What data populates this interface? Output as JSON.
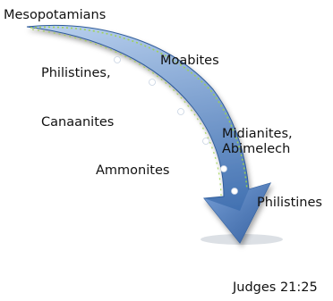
{
  "labels": {
    "mesopotamians": "Mesopotamians",
    "philistines_1": "Philistines,",
    "moabites": "Moabites",
    "canaanites": "Canaanites",
    "midianites": "Midianites,",
    "abimelech": "Abimelech",
    "ammonites": "Ammonites",
    "philistines_2": "Philistines",
    "reference": "Judges 21:25"
  },
  "arrow": {
    "fill_top": "#b9d0ee",
    "fill_bottom": "#3f6fb0",
    "edge_glow": "#9fd44a",
    "bead_color": "#ffffff",
    "bead_count": 6
  }
}
